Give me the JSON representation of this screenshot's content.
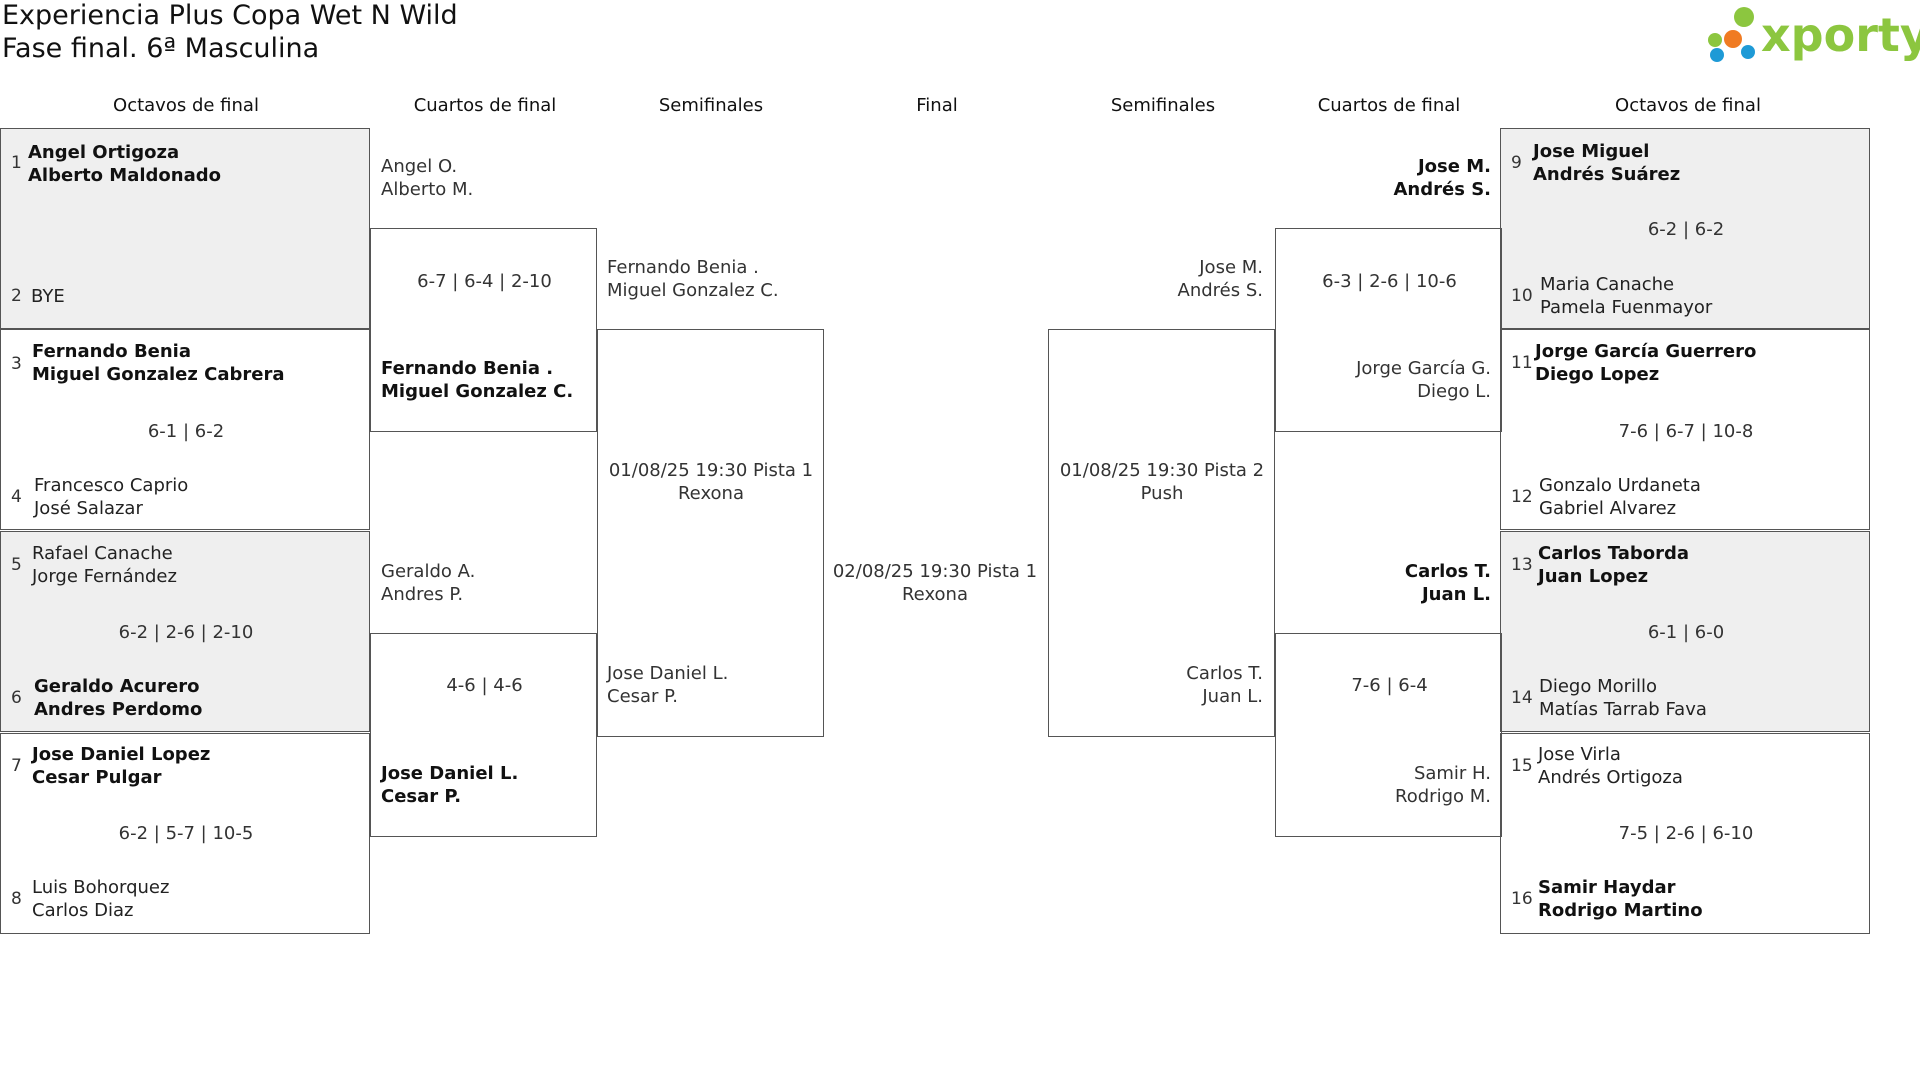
{
  "header": {
    "title_line1": "Experiencia Plus Copa Wet N Wild",
    "title_line2": "Fase final. 6ª Masculina",
    "brand_name": "xporty",
    "brand_color": "#8cc63f"
  },
  "columns": {
    "left": [
      "Octavos de final",
      "Cuartos de final",
      "Semifinales"
    ],
    "center": "Final",
    "right": [
      "Semifinales",
      "Cuartos de final",
      "Octavos de final"
    ]
  },
  "left_r16": [
    {
      "shade": true,
      "seed_a": "1",
      "team_a": [
        "Angel Ortigoza",
        "Alberto Maldonado"
      ],
      "a_win": true,
      "score": "",
      "seed_b": "2",
      "team_b": [
        "BYE",
        ""
      ],
      "b_win": false
    },
    {
      "shade": false,
      "seed_a": "3",
      "team_a": [
        "Fernando Benia",
        "Miguel Gonzalez Cabrera"
      ],
      "a_win": true,
      "score": "6-1 | 6-2",
      "seed_b": "4",
      "team_b": [
        "Francesco Caprio",
        "José Salazar"
      ],
      "b_win": false
    },
    {
      "shade": true,
      "seed_a": "5",
      "team_a": [
        "Rafael Canache",
        "Jorge Fernández"
      ],
      "a_win": false,
      "score": "6-2 | 2-6 | 2-10",
      "seed_b": "6",
      "team_b": [
        "Geraldo Acurero",
        "Andres Perdomo"
      ],
      "b_win": true
    },
    {
      "shade": false,
      "seed_a": "7",
      "team_a": [
        "Jose Daniel Lopez",
        "Cesar Pulgar"
      ],
      "a_win": true,
      "score": "6-2 | 5-7 | 10-5",
      "seed_b": "8",
      "team_b": [
        "Luis Bohorquez",
        "Carlos Diaz"
      ],
      "b_win": false
    }
  ],
  "right_r16": [
    {
      "shade": true,
      "seed_a": "9",
      "team_a": [
        "Jose Miguel",
        "Andrés Suárez"
      ],
      "a_win": true,
      "score": "6-2 | 6-2",
      "seed_b": "10",
      "team_b": [
        "Maria Canache",
        "Pamela Fuenmayor"
      ],
      "b_win": false
    },
    {
      "shade": false,
      "seed_a": "11",
      "team_a": [
        "Jorge García Guerrero",
        "Diego Lopez"
      ],
      "a_win": true,
      "score": "7-6 | 6-7 | 10-8",
      "seed_b": "12",
      "team_b": [
        "Gonzalo Urdaneta",
        "Gabriel Alvarez"
      ],
      "b_win": false
    },
    {
      "shade": true,
      "seed_a": "13",
      "team_a": [
        "Carlos Taborda",
        "Juan Lopez"
      ],
      "a_win": true,
      "score": "6-1 | 6-0",
      "seed_b": "14",
      "team_b": [
        "Diego Morillo",
        "Matías Tarrab Fava"
      ],
      "b_win": false
    },
    {
      "shade": false,
      "seed_a": "15",
      "team_a": [
        "Jose Virla",
        "Andrés Ortigoza"
      ],
      "a_win": false,
      "score": "7-5 | 2-6 | 6-10",
      "seed_b": "16",
      "team_b": [
        "Samir Haydar",
        "Rodrigo Martino"
      ],
      "b_win": true
    }
  ],
  "left_qf": [
    {
      "team_a": [
        "Angel O.",
        "Alberto M."
      ],
      "a_win": false,
      "score": "6-7 | 6-4 | 2-10",
      "team_b": [
        "Fernando Benia .",
        "Miguel Gonzalez C."
      ],
      "b_win": true
    },
    {
      "team_a": [
        "Geraldo A.",
        "Andres P."
      ],
      "a_win": false,
      "score": "4-6 | 4-6",
      "team_b": [
        "Jose Daniel L.",
        "Cesar P."
      ],
      "b_win": true
    }
  ],
  "right_qf": [
    {
      "team_a": [
        "Jose M.",
        "Andrés S."
      ],
      "a_win": true,
      "score": "6-3 | 2-6 | 10-6",
      "team_b": [
        "Jorge García G.",
        "Diego L."
      ],
      "b_win": false
    },
    {
      "team_a": [
        "Carlos T.",
        "Juan L."
      ],
      "a_win": true,
      "score": "7-6 | 6-4",
      "team_b": [
        "Samir H.",
        "Rodrigo M."
      ],
      "b_win": false
    }
  ],
  "left_sf": {
    "team_a": [
      "Fernando Benia .",
      "Miguel Gonzalez C."
    ],
    "team_b": [
      "Jose Daniel L.",
      "Cesar P."
    ],
    "info": [
      "01/08/25 19:30 Pista 1",
      "Rexona"
    ]
  },
  "right_sf": {
    "team_a": [
      "Jose M.",
      "Andrés S."
    ],
    "team_b": [
      "Carlos T.",
      "Juan L."
    ],
    "info": [
      "01/08/25 19:30 Pista 2",
      "Push"
    ]
  },
  "final": {
    "info": [
      "02/08/25 19:30 Pista 1",
      "Rexona"
    ]
  }
}
